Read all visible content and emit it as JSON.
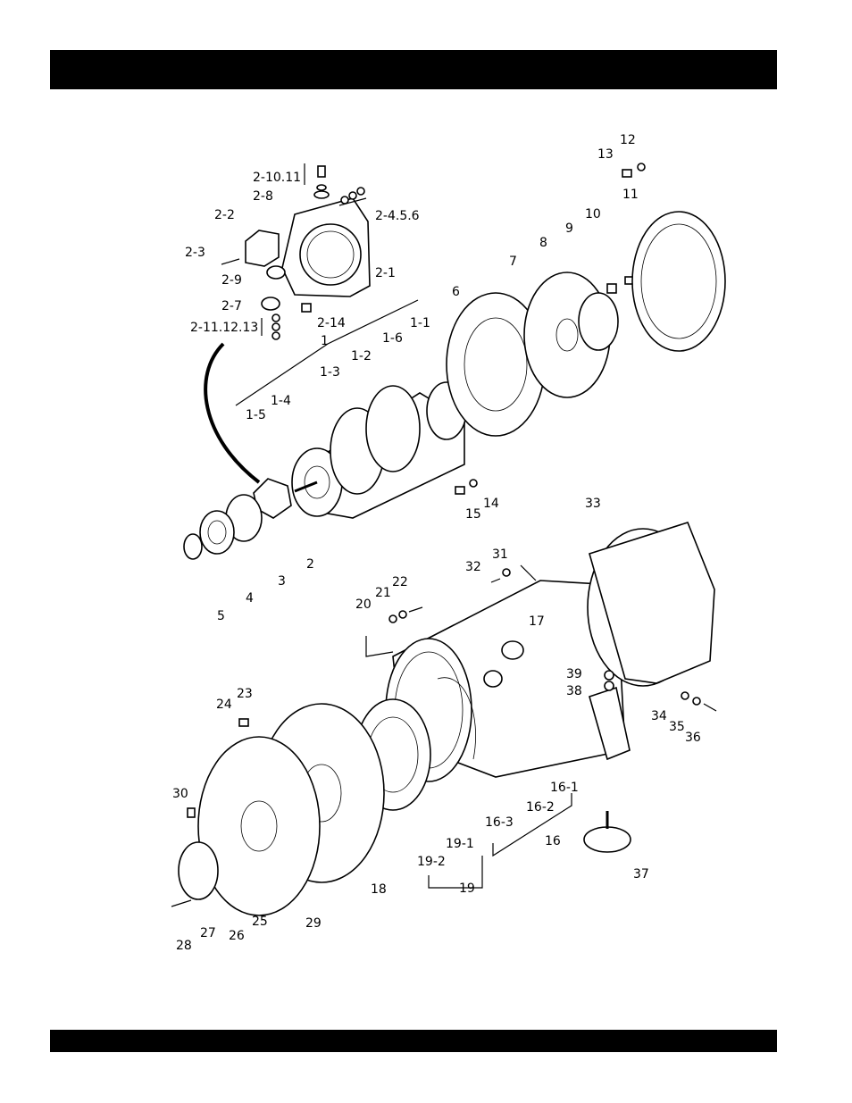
{
  "page": {
    "header_bar_color": "#000000",
    "footer_bar_color": "#000000"
  },
  "diagram": {
    "callouts": {
      "p2_10_11": "2-10.11",
      "p2_8": "2-8",
      "p2_4_5_6": "2-4.5.6",
      "p2_2": "2-2",
      "p2_3": "2-3",
      "p2_1": "2-1",
      "p2_9": "2-9",
      "p2_7": "2-7",
      "p2_14": "2-14",
      "p2_11_12_13": "2-11.12.13",
      "p1": "1",
      "p1_1": "1-1",
      "p1_2": "1-2",
      "p1_3": "1-3",
      "p1_4": "1-4",
      "p1_5": "1-5",
      "p1_6": "1-6",
      "p2": "2",
      "p3": "3",
      "p4": "4",
      "p5": "5",
      "p6": "6",
      "p7": "7",
      "p8": "8",
      "p9": "9",
      "p10": "10",
      "p11": "11",
      "p12": "12",
      "p13": "13",
      "p14": "14",
      "p15": "15",
      "p16": "16",
      "p16_1": "16-1",
      "p16_2": "16-2",
      "p16_3": "16-3",
      "p17": "17",
      "p18": "18",
      "p19": "19",
      "p19_1": "19-1",
      "p19_2": "19-2",
      "p20": "20",
      "p21": "21",
      "p22": "22",
      "p23": "23",
      "p24": "24",
      "p25": "25",
      "p26": "26",
      "p27": "27",
      "p28": "28",
      "p29": "29",
      "p30": "30",
      "p31": "31",
      "p32": "32",
      "p33": "33",
      "p34": "34",
      "p35": "35",
      "p36": "36",
      "p37": "37",
      "p38": "38",
      "p39": "39"
    }
  }
}
